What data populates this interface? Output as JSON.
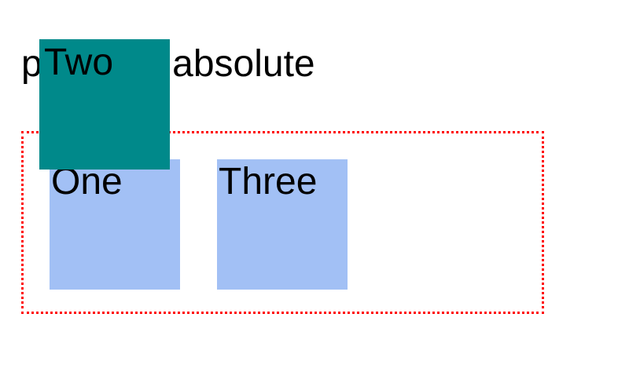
{
  "heading": {
    "text": "position: absolute"
  },
  "boxes": {
    "one": "One",
    "two": "Two",
    "three": "Three"
  },
  "colors": {
    "box_default": "#a2c0f5",
    "box_positioned": "#00898a",
    "container_border": "#ff0000"
  }
}
